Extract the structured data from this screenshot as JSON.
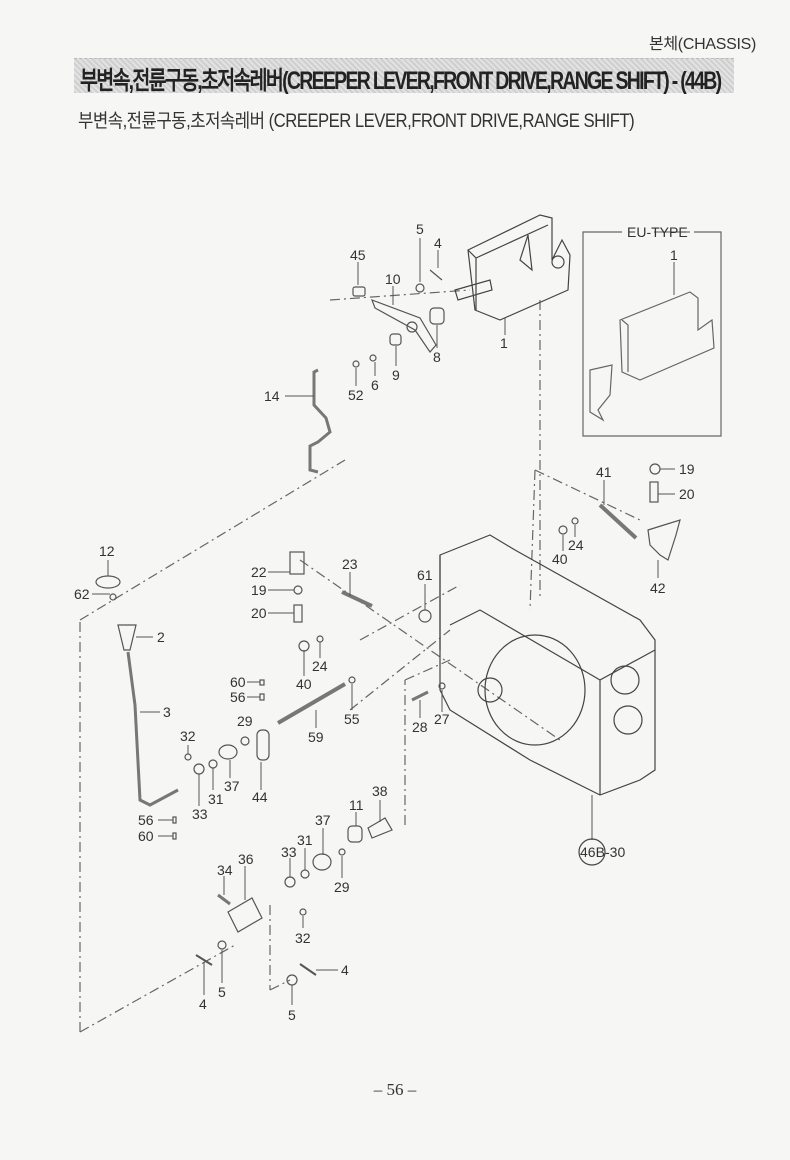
{
  "header": {
    "section": "본체(CHASSIS)",
    "banner_title": "부변속,전륜구동,초저속레버(CREEPER LEVER,FRONT DRIVE,RANGE SHIFT) - (44B)",
    "subtitle": "부변속,전륜구동,초저속레버 (CREEPER LEVER,FRONT DRIVE,RANGE SHIFT)"
  },
  "diagram": {
    "inset_label": "EU-TYPE",
    "reference": {
      "circle": "46B",
      "suffix": "-30"
    },
    "callouts": {
      "c5_top": "5",
      "c4_top": "4",
      "c45": "45",
      "c10": "10",
      "c1": "1",
      "c8": "8",
      "c9": "9",
      "c6": "6",
      "c52": "52",
      "c14": "14",
      "c1_eu": "1",
      "c41": "41",
      "c19_r": "19",
      "c20_r": "20",
      "c24_r": "24",
      "c40_r": "40",
      "c42": "42",
      "c12": "12",
      "c62": "62",
      "c2": "2",
      "c3": "3",
      "c22": "22",
      "c19_m": "19",
      "c20_m": "20",
      "c23": "23",
      "c61": "61",
      "c24_m": "24",
      "c40_m": "40",
      "c60_a": "60",
      "c56_a": "56",
      "c29_a": "29",
      "c59": "59",
      "c55": "55",
      "c28": "28",
      "c27": "27",
      "c32_a": "32",
      "c33_a": "33",
      "c31_a": "31",
      "c37_a": "37",
      "c44": "44",
      "c56_b": "56",
      "c60_b": "60",
      "c38": "38",
      "c11": "11",
      "c37_b": "37",
      "c31_b": "31",
      "c33_b": "33",
      "c36": "36",
      "c34": "34",
      "c29_b": "29",
      "c32_b": "32",
      "c4_b1": "4",
      "c5_b1": "5",
      "c4_b2": "4",
      "c5_b2": "5"
    }
  },
  "footer": {
    "page": "– 56 –"
  }
}
